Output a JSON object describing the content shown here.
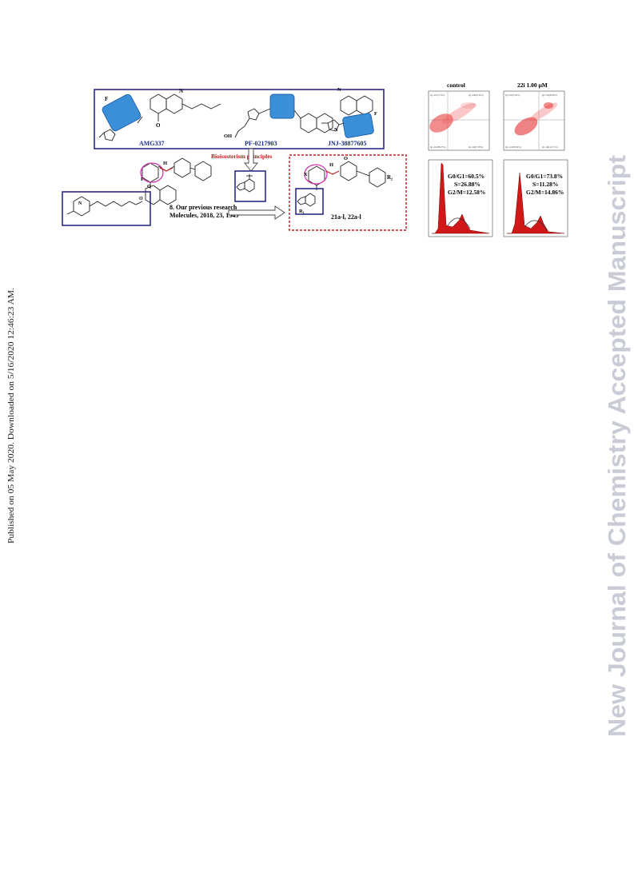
{
  "side_note": "Published on 05 May 2020. Downloaded on 5/16/2020 12:46:23 AM.",
  "watermark": "New Journal of Chemistry Accepted Manuscript",
  "figure": {
    "compounds": {
      "amg": "AMG337",
      "pf": "PF-0217903",
      "jnj": "JNJ-38877605",
      "lead": "8. Our previous research",
      "ref": "Molecules, 2018, 23, 1543",
      "series": "21a-l, 22a-l"
    },
    "arrow_label": "Bioisosterism principles",
    "atoms": {
      "F": "F",
      "N": "N",
      "O": "O",
      "OH": "OH",
      "H": "H",
      "X": "X",
      "R1": "R₁",
      "R2": "R₂"
    },
    "flow": {
      "control_title": "control",
      "treated_title": "22i 1.00 μM",
      "quadrants_control": [
        "Q1-UL(1.74%)",
        "Q1-UR(2.41%)",
        "Q1-LL(88.27%)",
        "Q1-LR(7.58%)"
      ],
      "quadrants_treated": [
        "Q1-UL(0.50%)",
        "Q1-UR(6.50%)",
        "Q1-LL(80.59%)",
        "Q1-LR(12.71%)"
      ]
    },
    "cell_cycle": {
      "control": {
        "g0g1": "G0/G1=60.5%",
        "s": "S=26.88%",
        "g2m": "G2/M=12.58%"
      },
      "treated": {
        "g0g1": "G0/G1=73.8%",
        "s": "S=11.28%",
        "g2m": "G2/M=14.86%"
      }
    },
    "colors": {
      "frame": "#2b2b8c",
      "highlight": "#3a8fd8",
      "oval": "#d03ab0",
      "red": "#c21a1a",
      "watermark": "#c9ccd6"
    }
  }
}
